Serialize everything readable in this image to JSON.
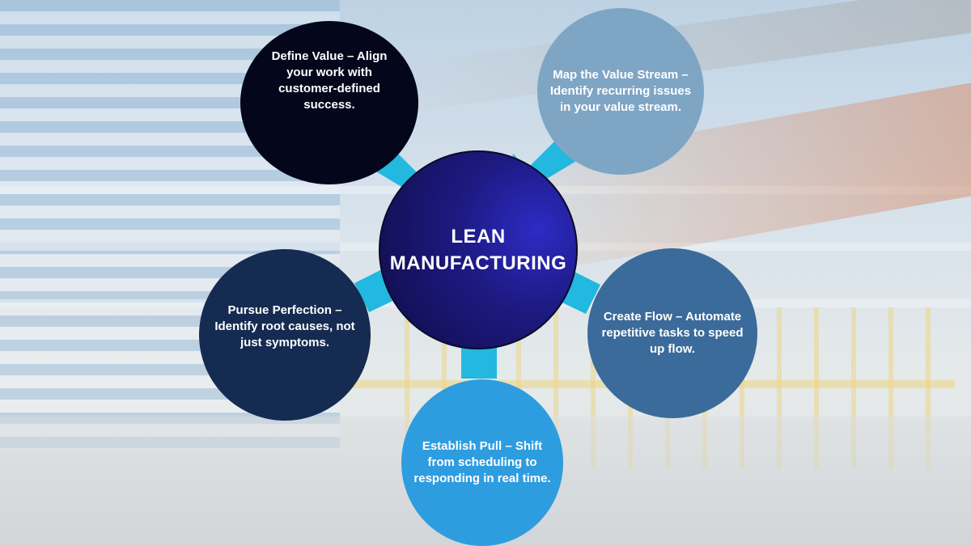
{
  "center": {
    "line1": "LEAN",
    "line2": "MANUFACTURING"
  },
  "principles": [
    {
      "text": "Define Value – Align your work with customer-defined success."
    },
    {
      "text": "Map the Value Stream – Identify recurring issues in your value stream."
    },
    {
      "text": "Pursue Perfection – Identify root causes, not just symptoms."
    },
    {
      "text": "Create Flow – Automate repetitive tasks to speed up flow."
    },
    {
      "text": "Establish Pull – Shift from scheduling to responding in real time."
    }
  ],
  "colors": {
    "arrow": "#22b8e0",
    "define_value": "#04071c",
    "map_value_stream": "#7fa5c5",
    "pursue_perfection": "#152b51",
    "create_flow": "#3b6b9a",
    "establish_pull": "#2e9de0"
  }
}
